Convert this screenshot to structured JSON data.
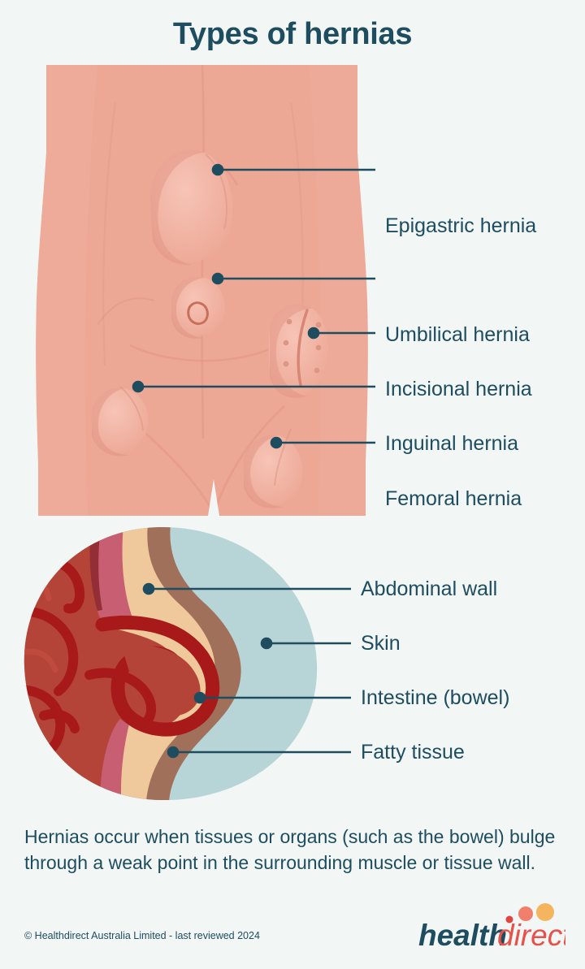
{
  "page": {
    "title": "Types of hernias",
    "background_color": "#F2F6F5",
    "text_color": "#1D4D5F"
  },
  "torso_diagram": {
    "name": "female-torso-front-view",
    "skin_color": "#EDA795",
    "labels": [
      {
        "id": "epigastric",
        "text": "Epigastric hernia"
      },
      {
        "id": "umbilical",
        "text": "Umbilical hernia"
      },
      {
        "id": "incisional",
        "text": "Incisional hernia"
      },
      {
        "id": "inguinal",
        "text": "Inguinal hernia"
      },
      {
        "id": "femoral",
        "text": "Femoral hernia"
      }
    ]
  },
  "crosssection_diagram": {
    "name": "hernia-cross-section",
    "colors": {
      "background": "#B7D5D6",
      "skin": "#A0705A",
      "fatty_tissue": "#EFC89B",
      "abdominal_wall": "#C75E72",
      "intestine": "#B44438",
      "intestine_outline": "#A81A1A"
    },
    "labels": [
      {
        "id": "abdominal-wall",
        "text": "Abdominal wall"
      },
      {
        "id": "skin",
        "text": "Skin"
      },
      {
        "id": "intestine",
        "text": "Intestine (bowel)"
      },
      {
        "id": "fatty-tissue",
        "text": "Fatty tissue"
      }
    ]
  },
  "caption": {
    "text": "Hernias occur when tissues or organs (such as the bowel) bulge through a weak point in the surrounding muscle or tissue wall."
  },
  "footer": {
    "copyright": "© Healthdirect Australia Limited - last reviewed 2024",
    "logo": {
      "word_one": "health",
      "word_two": "direct",
      "word_one_color": "#1D4D5F",
      "word_two_color": "#E8504A",
      "dot_small_color": "#E0453F",
      "dot_medium_color": "#F0806B",
      "dot_large_color": "#F5B45E"
    }
  }
}
